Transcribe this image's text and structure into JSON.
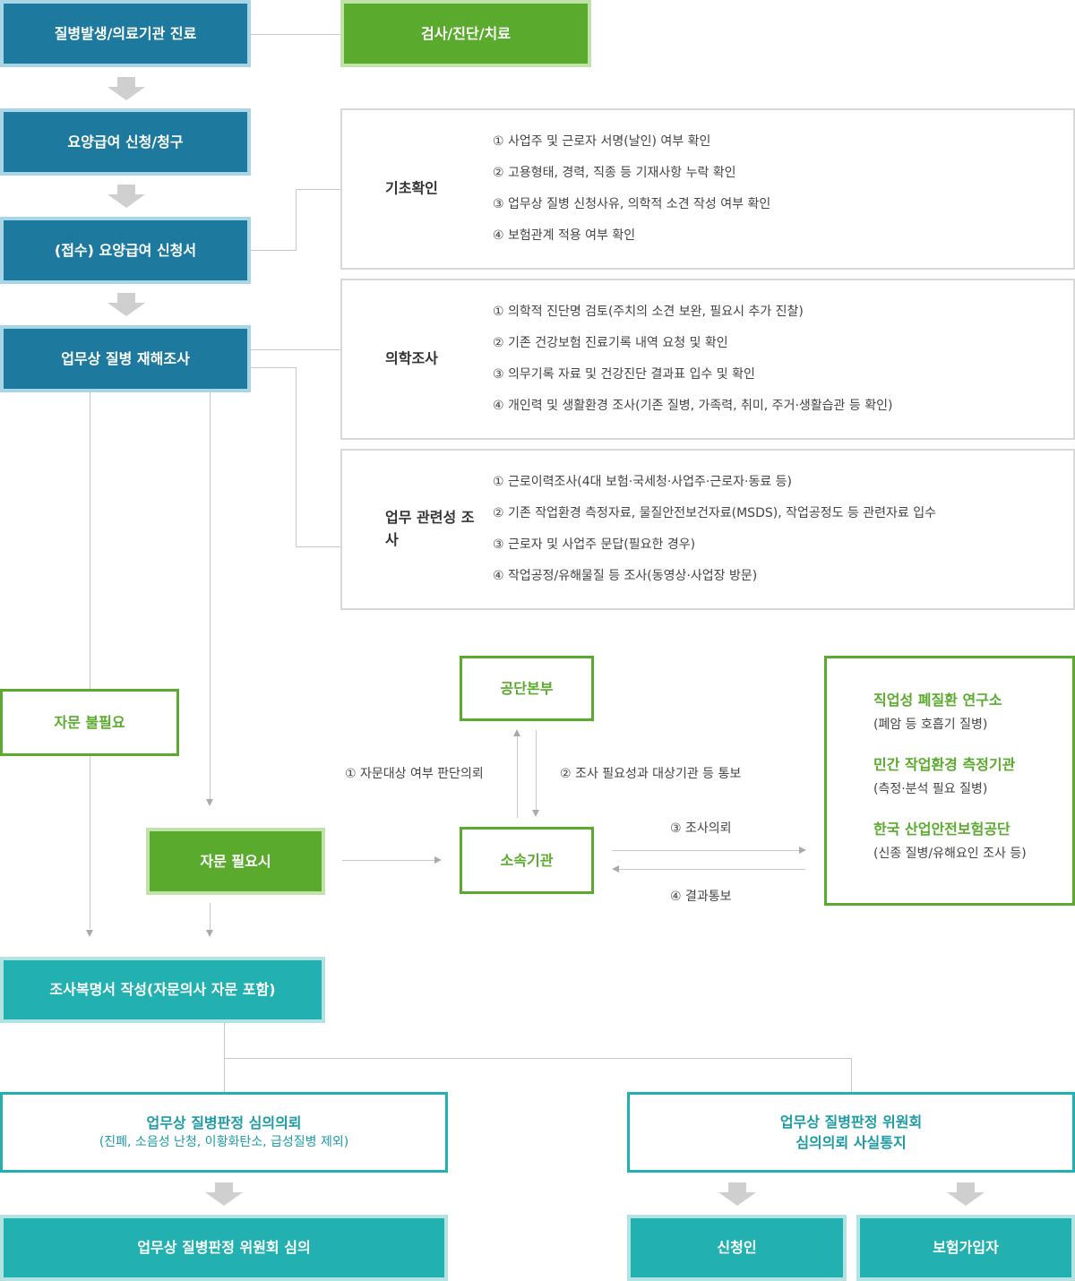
{
  "flow": {
    "onset": "질병발생/의료기관 진료",
    "exam": "검사/진단/치료",
    "claim": "요양급여 신청/청구",
    "receipt": "(접수) 요양급여 신청서",
    "investigation": "업무상 질병 재해조사",
    "no_consult": "자문 불필요",
    "consult_needed": "자문 필요시",
    "hq": "공단본부",
    "branch": "소속기관",
    "report": "조사복명서 작성(자문의사 자문 포함)",
    "review_request_title": "업무상 질병판정 심의의뢰",
    "review_request_note": "(진폐, 소음성 난청, 이황화탄소, 급성질병 제외)",
    "notice_line1": "업무상 질병판정 위원회",
    "notice_line2": "심의의뢰 사실통지",
    "committee": "업무상 질병판정 위원회 심의",
    "applicant": "신청인",
    "insured": "보험가입자"
  },
  "panels": [
    {
      "title": "기초확인",
      "items": [
        "① 사업주 및 근로자 서명(날인) 여부 확인",
        "② 고용형태, 경력, 직종 등 기재사항 누락 확인",
        "③ 업무상 질병 신청사유, 의학적 소견 작성 여부 확인",
        "④ 보험관계 적용 여부 확인"
      ]
    },
    {
      "title": "의학조사",
      "items": [
        "① 의학적 진단명 검토(주치의 소견 보완, 필요시 추가 진찰)",
        "② 기존 건강보험 진료기록 내역 요청 및 확인",
        "③ 의무기록 자료 및 건강진단 결과표 입수 및 확인",
        "④ 개인력 및 생활환경 조사(기존 질병, 가족력, 취미, 주거·생활습관 등 확인)"
      ]
    },
    {
      "title": "업무 관련성 조사",
      "items": [
        "① 근로이력조사(4대 보험·국세청·사업주·근로자·동료 등)",
        "② 기존 작업환경 측정자료, 물질안전보건자료(MSDS), 작업공정도 등 관련자료 입수",
        "③ 근로자 및 사업주 문답(필요한 경우)",
        "④ 작업공정/유해물질 등 조사(동영상·사업장 방문)"
      ]
    }
  ],
  "labels": {
    "step1": "① 자문대상 여부 판단의뢰",
    "step2": "② 조사 필요성과 대상기관 등 통보",
    "step3": "③ 조사의뢰",
    "step4": "④ 결과통보"
  },
  "orgs": [
    {
      "name": "직업성 폐질환 연구소",
      "desc": "(폐암 등 호흡기 질병)"
    },
    {
      "name": "민간 작업환경 측정기관",
      "desc": "(측정·분석 필요 질병)"
    },
    {
      "name": "한국 산업안전보험공단",
      "desc": "(신종 질병/유해요인 조사 등)"
    }
  ],
  "colors": {
    "blue": "#1d7a9e",
    "green": "#5aab2d",
    "teal": "#23b0b0",
    "arrow": "#cfcfcf"
  }
}
